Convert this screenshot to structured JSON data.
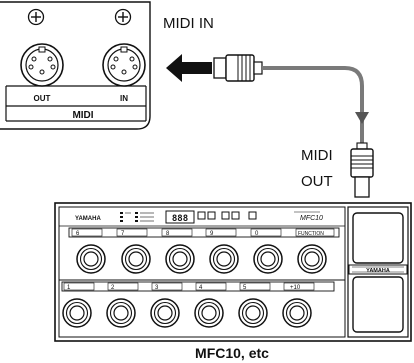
{
  "panel": {
    "ports": [
      {
        "label": "OUT"
      },
      {
        "label": "IN"
      }
    ],
    "group_label": "MIDI"
  },
  "labels": {
    "midi_in": "MIDI IN",
    "midi_out_line1": "MIDI",
    "midi_out_line2": "OUT",
    "caption": "MFC10, etc"
  },
  "device": {
    "brand": "YAMAHA",
    "model": "MFC10",
    "side_brand": "YAMAHA",
    "display": "888",
    "top_keys": [
      "6",
      "7",
      "8",
      "9",
      "0",
      "FUNCTION"
    ],
    "bottom_keys": [
      "1",
      "2",
      "3",
      "4",
      "5",
      "+10"
    ]
  },
  "colors": {
    "outline": "#111111",
    "cable": "#7a7a7a",
    "arrow": "#111111"
  }
}
